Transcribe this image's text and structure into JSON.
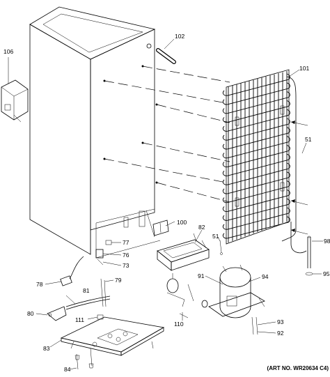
{
  "diagram": {
    "callouts": [
      "106",
      "102",
      "101",
      "51",
      "100",
      "82",
      "51",
      "77",
      "76",
      "73",
      "79",
      "78",
      "81",
      "80",
      "111",
      "83",
      "84",
      "91",
      "94",
      "110",
      "98",
      "95",
      "93",
      "92"
    ],
    "art_number": "(ART NO. WR20634 C4)"
  }
}
